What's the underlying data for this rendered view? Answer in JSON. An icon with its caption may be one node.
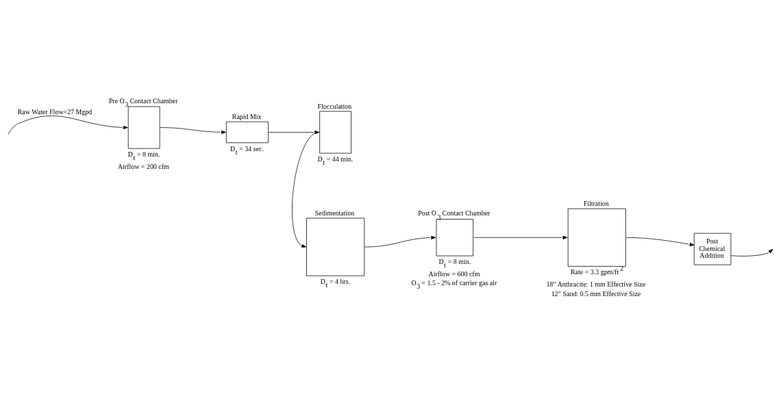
{
  "diagram": {
    "nodes": [
      {
        "text": [
          "Pre O$_{3}$ Contact Chamber"
        ],
        "beside": [
          "D$_{t}$ = 8 min.",
          "Airflow = 200 cfm"
        ]
      },
      {
        "text": [
          "Rapid Mix"
        ],
        "beside": [
          "D$_{t}$ = 34 sec."
        ]
      },
      {
        "text": [
          "Flocculation"
        ],
        "beside": [
          "D$_{t}$ = 44 min."
        ]
      },
      {
        "text": [
          "Sedimentation"
        ],
        "beside": [
          "D$_{t}$ = 4 hrs."
        ]
      },
      {
        "text": [
          "Post O$_{3}$ Contact Chamber"
        ],
        "beside": [
          "D$_{t}$ = 8 min.",
          "Airflow = 600 cfm",
          "O$_{3}$ = 1.5 - 2% of carrier gas air"
        ]
      },
      {
        "text": [
          "Filtration"
        ],
        "beside": [
          "Rate = 3.3 gpm/ft$^{2}$",
          "18” Anthracite: 1 mm Effective Size",
          "12” Sand: 0.5 mm Effective Size"
        ]
      },
      {
        "text": [
          "Post Chemical Addition"
        ]
      }
    ],
    "edges": [
      {
        "from": null,
        "to": 0,
        "arrow": "to",
        "label": "Raw Water Flow=27 Mgpd"
      },
      {
        "from": 0,
        "to": 1,
        "arrow": "to"
      },
      {
        "from": 1,
        "to": 2,
        "arrow": "to"
      },
      {
        "from": 2,
        "to": 3,
        "arrow": "to"
      },
      {
        "from": 3,
        "to": 4,
        "arrow": "to"
      },
      {
        "from": 4,
        "to": 5,
        "arrow": "to"
      },
      {
        "from": 5,
        "to": 6,
        "arrow": "to"
      },
      {
        "from": 6,
        "to": null,
        "arrow": "to"
      }
    ]
  }
}
